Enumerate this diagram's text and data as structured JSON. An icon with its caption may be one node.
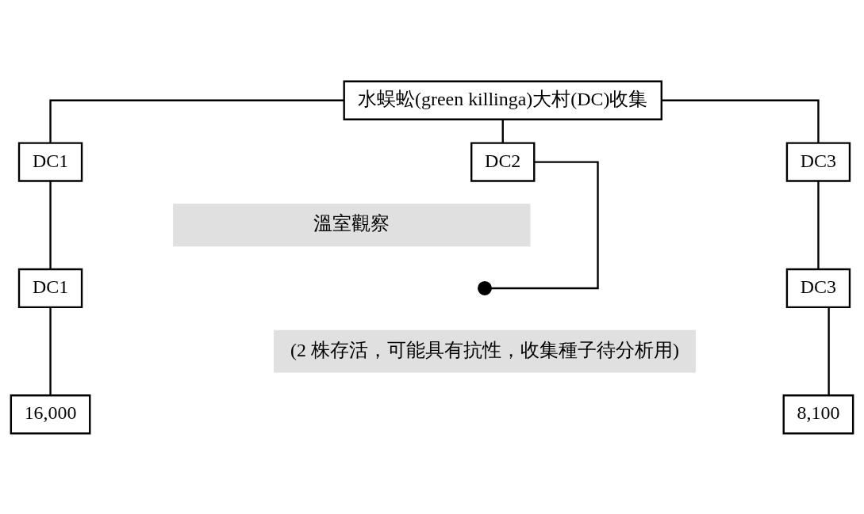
{
  "diagram": {
    "nodes": [
      {
        "text": [
          "水蜈蚣(green killinga)大村(DC)收集"
        ]
      },
      {
        "text": [
          "DC1"
        ]
      },
      {
        "text": [
          "DC2"
        ]
      },
      {
        "text": [
          "DC3"
        ]
      },
      {
        "text": [
          "溫室觀察"
        ]
      },
      {
        "text": [
          "DC1"
        ]
      },
      {
        "text": [],
        "shape": "cross"
      },
      {
        "text": [
          "DC3"
        ]
      },
      {
        "text": [
          "(2 株存活，可能具有抗性，收集種子待分析用)"
        ]
      },
      {
        "text": [
          "16,000"
        ]
      },
      {
        "text": [
          "8,100"
        ]
      }
    ],
    "edges": [
      {
        "from": 0,
        "to": 1,
        "arrow": "none"
      },
      {
        "from": 0,
        "to": 2,
        "arrow": "none"
      },
      {
        "from": 0,
        "to": 3,
        "arrow": "none"
      },
      {
        "from": 1,
        "to": 5,
        "arrow": "none"
      },
      {
        "from": 2,
        "to": 6,
        "arrow": "none"
      },
      {
        "from": 3,
        "to": 7,
        "arrow": "none"
      },
      {
        "from": 5,
        "to": 9,
        "arrow": "none"
      },
      {
        "from": 7,
        "to": 10,
        "arrow": "none"
      }
    ]
  }
}
